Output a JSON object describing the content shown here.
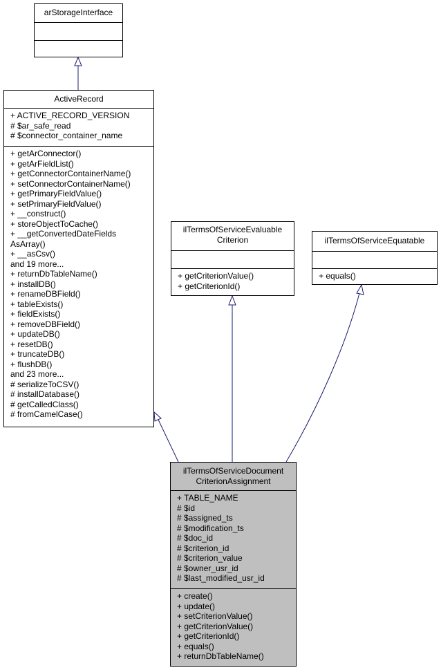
{
  "classes": {
    "ar_storage_interface": {
      "title": [
        "arStorageInterface"
      ],
      "attributes": [],
      "methods": []
    },
    "active_record": {
      "title": [
        "ActiveRecord"
      ],
      "attributes": [
        "+ ACTIVE_RECORD_VERSION",
        "# $ar_safe_read",
        "# $connector_container_name"
      ],
      "methods": [
        "+ getArConnector()",
        "+ getArFieldList()",
        "+ getConnectorContainerName()",
        "+ setConnectorContainerName()",
        "+ getPrimaryFieldValue()",
        "+ setPrimaryFieldValue()",
        "+ __construct()",
        "+ storeObjectToCache()",
        "+ __getConvertedDateFields",
        "AsArray()",
        "+ __asCsv()",
        "and 19 more...",
        "+ returnDbTableName()",
        "+ installDB()",
        "+ renameDBField()",
        "+ tableExists()",
        "+ fieldExists()",
        "+ removeDBField()",
        "+ updateDB()",
        "+ resetDB()",
        "+ truncateDB()",
        "+ flushDB()",
        "and 23 more...",
        "# serializeToCSV()",
        "# installDatabase()",
        "# getCalledClass()",
        "# fromCamelCase()"
      ]
    },
    "evaluable_criterion": {
      "title": [
        "ilTermsOfServiceEvaluable",
        "Criterion"
      ],
      "attributes": [],
      "methods": [
        "+ getCriterionValue()",
        "+ getCriterionId()"
      ]
    },
    "equatable": {
      "title": [
        "ilTermsOfServiceEquatable"
      ],
      "attributes": [],
      "methods": [
        "+ equals()"
      ]
    },
    "document_criterion_assignment": {
      "title": [
        "ilTermsOfServiceDocument",
        "CriterionAssignment"
      ],
      "attributes": [
        "+ TABLE_NAME",
        "# $id",
        "# $assigned_ts",
        "# $modification_ts",
        "# $doc_id",
        "# $criterion_id",
        "# $criterion_value",
        "# $owner_usr_id",
        "# $last_modified_usr_id"
      ],
      "methods": [
        "+ create()",
        "+ update()",
        "+ setCriterionValue()",
        "+ getCriterionValue()",
        "+ getCriterionId()",
        "+ equals()",
        "+ returnDbTableName()"
      ]
    }
  },
  "colors": {
    "edge": "#191970",
    "highlight_fill": "#bfbfbf",
    "border": "#000000"
  }
}
